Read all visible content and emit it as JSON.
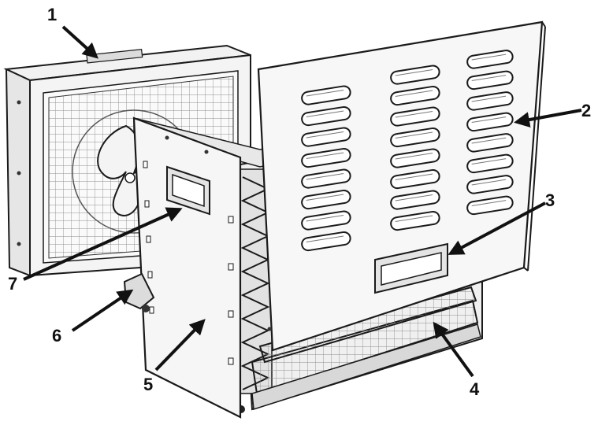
{
  "diagram": {
    "callouts": [
      {
        "id": "1",
        "label": "1"
      },
      {
        "id": "2",
        "label": "2"
      },
      {
        "id": "3",
        "label": "3"
      },
      {
        "id": "4",
        "label": "4"
      },
      {
        "id": "5",
        "label": "5"
      },
      {
        "id": "6",
        "label": "6"
      },
      {
        "id": "7",
        "label": "7"
      }
    ],
    "colors": {
      "line": "#1a1a1a",
      "panel": "#f4f4f4",
      "panel_shade": "#e6e6e6",
      "grid": "#9a9a9a",
      "background": "#ffffff"
    }
  }
}
